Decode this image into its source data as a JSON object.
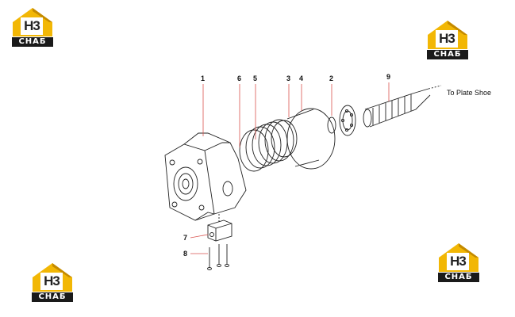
{
  "logo": {
    "mark": "H3",
    "text": "CHAБ"
  },
  "callouts": {
    "c1": "1",
    "c2": "2",
    "c3": "3",
    "c4": "4",
    "c5": "5",
    "c6": "6",
    "c7": "7",
    "c8": "8",
    "c9": "9"
  },
  "note": "To Plate Shoe",
  "colors": {
    "logo_yellow": "#f2b705",
    "leader_red": "#d9534f",
    "line": "#222222"
  }
}
